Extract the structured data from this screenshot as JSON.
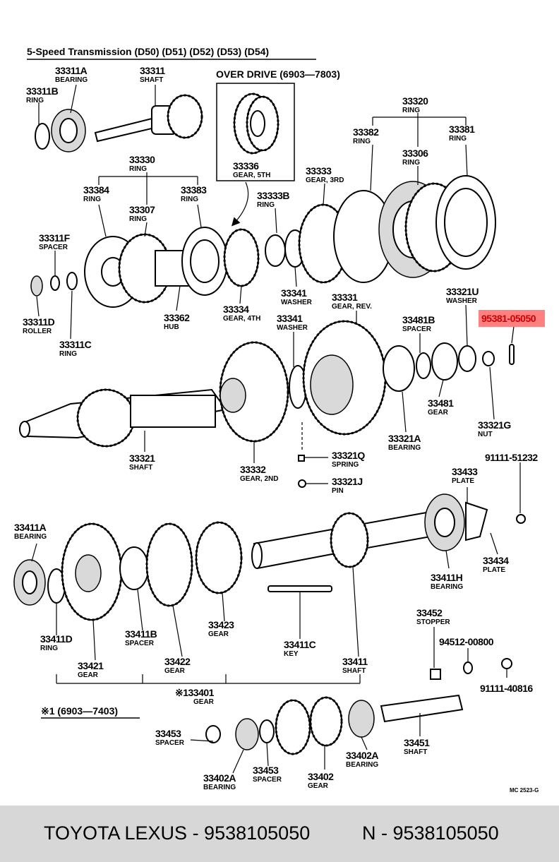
{
  "diagram": {
    "title": "5-Speed Transmission (D50) (D51) (D52) (D53) (D54)",
    "overdrive_title": "OVER DRIVE (6903—7803)",
    "footnote": "※1 (6903—7403)",
    "corner_code": "MC 2523-G",
    "highlight_color": "#ff8080",
    "highlighted_part": "95381-05050",
    "parts": [
      {
        "number": "33311A",
        "name": "BEARING"
      },
      {
        "number": "33311",
        "name": "SHAFT"
      },
      {
        "number": "33311B",
        "name": "RING"
      },
      {
        "number": "33336",
        "name": "GEAR, 5TH"
      },
      {
        "number": "33320",
        "name": "RING"
      },
      {
        "number": "33382",
        "name": "RING"
      },
      {
        "number": "33306",
        "name": "RING"
      },
      {
        "number": "33381",
        "name": "RING"
      },
      {
        "number": "33330",
        "name": "RING"
      },
      {
        "number": "33384",
        "name": "RING"
      },
      {
        "number": "33307",
        "name": "RING"
      },
      {
        "number": "33383",
        "name": "RING"
      },
      {
        "number": "33333",
        "name": "GEAR, 3RD"
      },
      {
        "number": "33333B",
        "name": "RING"
      },
      {
        "number": "33311F",
        "name": "SPACER"
      },
      {
        "number": "33311D",
        "name": "ROLLER"
      },
      {
        "number": "33311C",
        "name": "RING"
      },
      {
        "number": "33362",
        "name": "HUB"
      },
      {
        "number": "33334",
        "name": "GEAR, 4TH"
      },
      {
        "number": "33341",
        "name": "WASHER"
      },
      {
        "number": "33331",
        "name": "GEAR, REV."
      },
      {
        "number": "33321U",
        "name": "WASHER"
      },
      {
        "number": "33341",
        "name": "WASHER"
      },
      {
        "number": "33481B",
        "name": "SPACER"
      },
      {
        "number": "95381-05050",
        "name": ""
      },
      {
        "number": "33481",
        "name": "GEAR"
      },
      {
        "number": "33321G",
        "name": "NUT"
      },
      {
        "number": "33321A",
        "name": "BEARING"
      },
      {
        "number": "33321",
        "name": "SHAFT"
      },
      {
        "number": "33321Q",
        "name": "SPRING"
      },
      {
        "number": "33332",
        "name": "GEAR, 2ND"
      },
      {
        "number": "33321J",
        "name": "PIN"
      },
      {
        "number": "91111-51232",
        "name": ""
      },
      {
        "number": "33433",
        "name": "PLATE"
      },
      {
        "number": "33411A",
        "name": "BEARING"
      },
      {
        "number": "33434",
        "name": "PLATE"
      },
      {
        "number": "33411H",
        "name": "BEARING"
      },
      {
        "number": "33411D",
        "name": "RING"
      },
      {
        "number": "33411B",
        "name": "SPACER"
      },
      {
        "number": "33423",
        "name": "GEAR"
      },
      {
        "number": "33411C",
        "name": "KEY"
      },
      {
        "number": "33452",
        "name": "STOPPER"
      },
      {
        "number": "94512-00800",
        "name": ""
      },
      {
        "number": "33421",
        "name": "GEAR"
      },
      {
        "number": "33422",
        "name": "GEAR"
      },
      {
        "number": "33411",
        "name": "SHAFT"
      },
      {
        "number": "91111-40816",
        "name": ""
      },
      {
        "number": "※133401",
        "name": "GEAR"
      },
      {
        "number": "33453",
        "name": "SPACER"
      },
      {
        "number": "33451",
        "name": "SHAFT"
      },
      {
        "number": "33402A",
        "name": "BEARING"
      },
      {
        "number": "33402A",
        "name": "BEARING"
      },
      {
        "number": "33453",
        "name": "SPACER"
      },
      {
        "number": "33402",
        "name": "GEAR"
      }
    ]
  },
  "footer": {
    "brand_text": "TOYOTA LEXUS - 9538105050",
    "part_text": "N - 9538105050",
    "background": "#d7d7d7"
  }
}
